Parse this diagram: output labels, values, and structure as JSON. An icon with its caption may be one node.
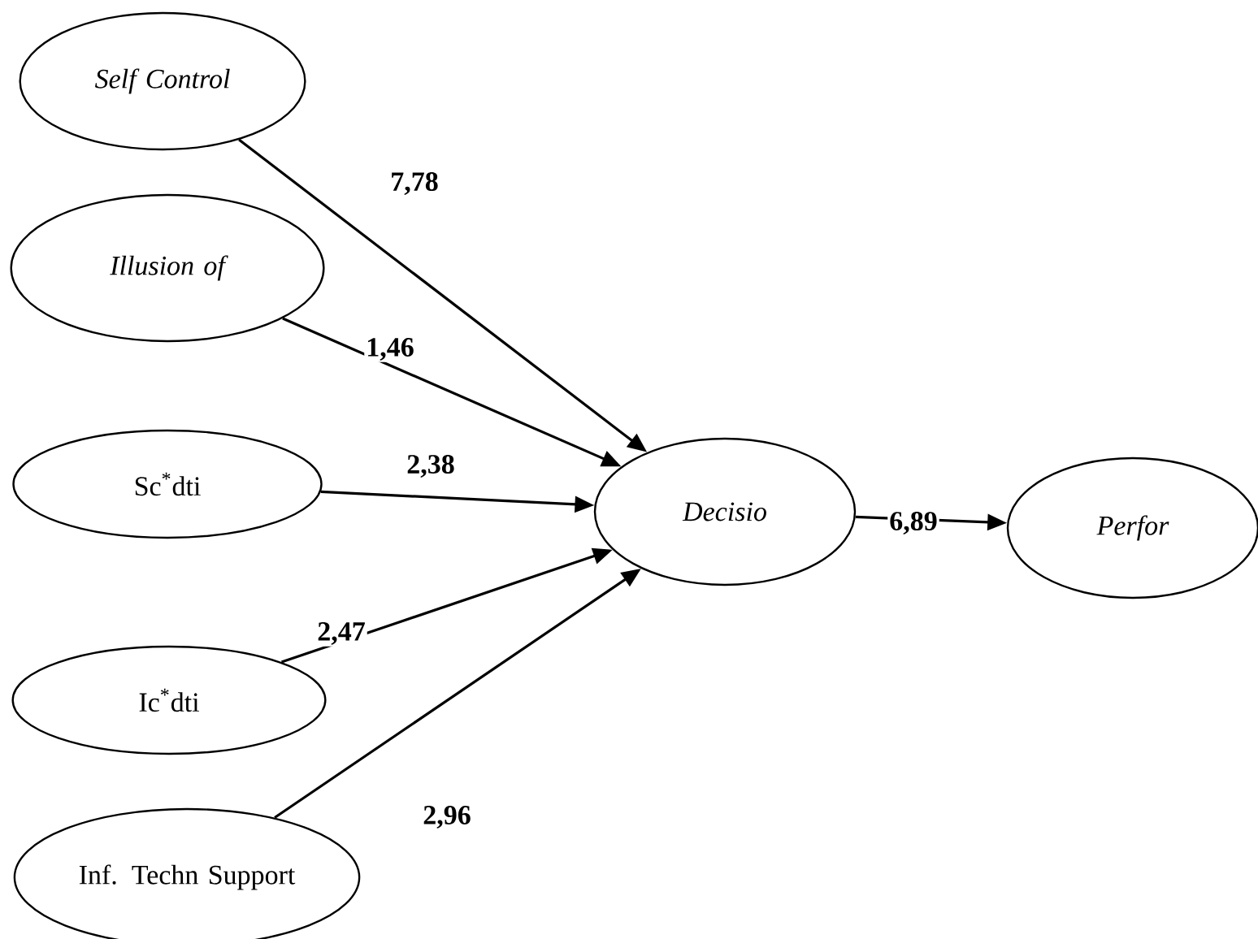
{
  "diagram": {
    "nodes": [
      {
        "text": [
          "Self Control"
        ]
      },
      {
        "text": [
          "Illusion of"
        ]
      },
      {
        "text": [
          "Sc$^{*}$dti"
        ]
      },
      {
        "text": [
          "Ic$^{*}$dti"
        ]
      },
      {
        "text": [
          "Inf. Techn Support"
        ]
      },
      {
        "text": [
          "Decisio"
        ]
      },
      {
        "text": [
          "Perfor"
        ]
      }
    ],
    "edges": [
      {
        "from": 0,
        "to": 5,
        "arrow": "to",
        "label": "7,78"
      },
      {
        "from": 1,
        "to": 5,
        "arrow": "to",
        "label": "1,46"
      },
      {
        "from": 2,
        "to": 5,
        "arrow": "to",
        "label": "2,38"
      },
      {
        "from": 3,
        "to": 5,
        "arrow": "to",
        "label": "2,47"
      },
      {
        "from": 4,
        "to": 5,
        "arrow": "to",
        "label": "2,96"
      },
      {
        "from": 5,
        "to": 6,
        "arrow": "to",
        "label": "6,89"
      }
    ]
  }
}
